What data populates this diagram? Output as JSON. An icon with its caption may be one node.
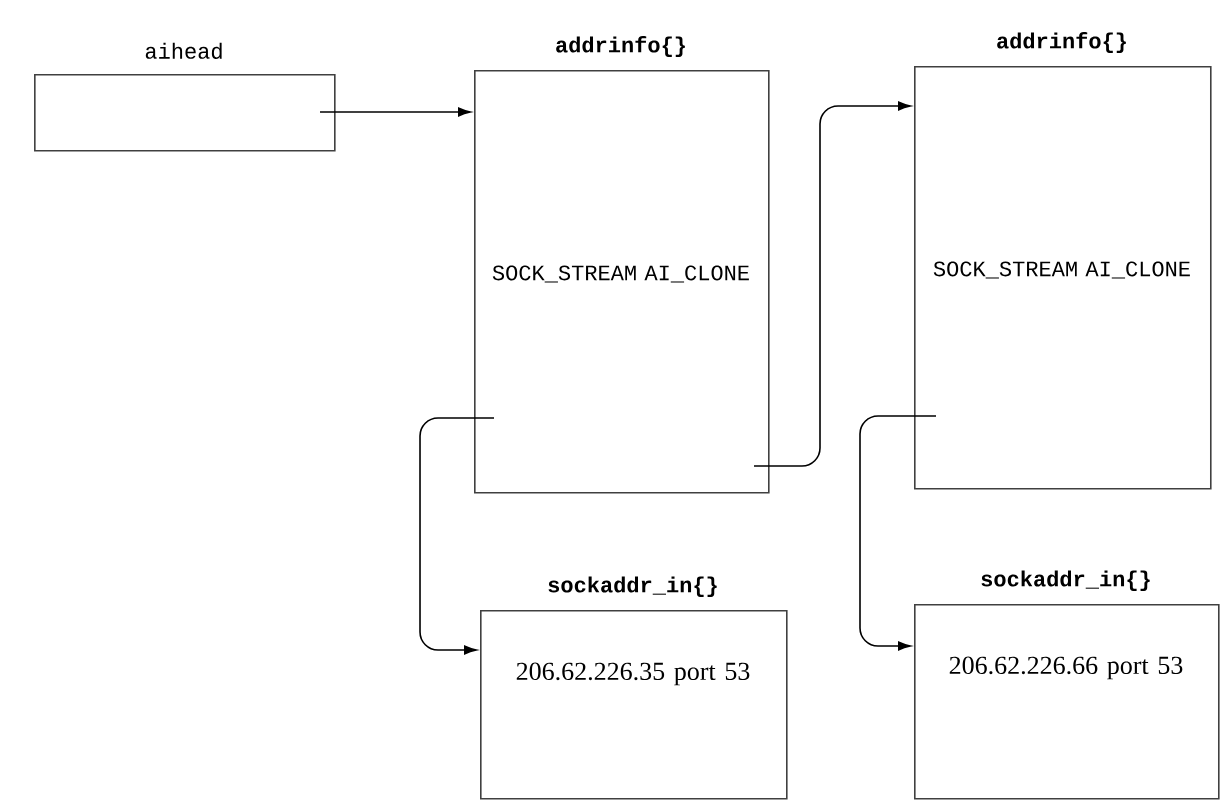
{
  "diagram": {
    "nodes": [
      {
        "text": [
          "aihead"
        ]
      },
      {
        "text": [
          "addrinfo{}",
          "SOCK_STREAM AI_CLONE"
        ]
      },
      {
        "text": [
          "addrinfo{}",
          "SOCK_STREAM AI_CLONE"
        ]
      },
      {
        "text": [
          "sockaddr_in{}",
          "206.62.226.35 port 53"
        ]
      },
      {
        "text": [
          "sockaddr_in{}",
          "206.62.226.66 port 53"
        ]
      }
    ],
    "edges": [
      {
        "from": 0,
        "to": 1,
        "arrow": "to"
      },
      {
        "from": 1,
        "to": 2,
        "arrow": "to"
      },
      {
        "from": 1,
        "to": 3,
        "arrow": "to"
      },
      {
        "from": 2,
        "to": 4,
        "arrow": "to"
      }
    ]
  }
}
